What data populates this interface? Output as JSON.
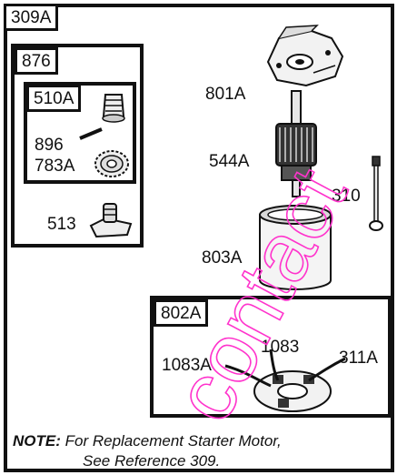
{
  "kit": {
    "label": "309A"
  },
  "sub_kit": {
    "label": "876"
  },
  "inner_kit": {
    "label": "510A"
  },
  "brush_kit": {
    "label": "802A"
  },
  "parts": {
    "end_cap": "801A",
    "armature": "544A",
    "through_bolt": "310",
    "housing": "803A",
    "pin": "896",
    "gear": "783A",
    "bracket": "513",
    "brush_lead_left": "1083A",
    "brush_lead_center": "1083",
    "brush_lead_right": "311A"
  },
  "note": {
    "prefix": "NOTE:",
    "line1": "For Replacement Starter Motor,",
    "line2": "See Reference 309."
  },
  "watermark": {
    "text": "contact",
    "color": "#ff33cc"
  }
}
